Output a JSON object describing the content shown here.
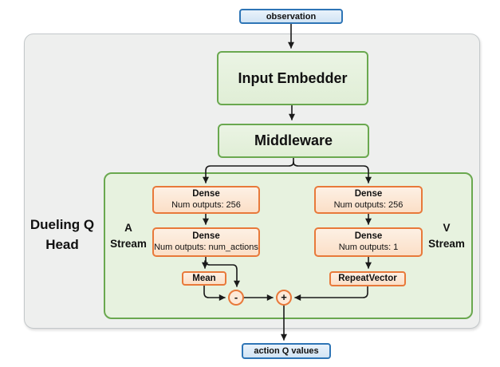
{
  "colors": {
    "io_fill": "#d9e8f6",
    "io_border": "#2e75b6",
    "green_fill": "#e5f1dd",
    "green_border": "#6aa84f",
    "orange_fill": "#fce5d3",
    "orange_border": "#e8793a",
    "container_fill": "#eeefee",
    "container_border": "#c3c8ca",
    "arrow": "#1a1a1a"
  },
  "io": {
    "observation": "observation",
    "action_q_values": "action Q values"
  },
  "pipeline": {
    "input_embedder": "Input Embedder",
    "middleware": "Middleware"
  },
  "dueling_head": {
    "label": "Dueling Q Head",
    "a_stream": {
      "label": "A Stream",
      "dense1": {
        "title": "Dense",
        "subtitle": "Num outputs: 256"
      },
      "dense2": {
        "title": "Dense",
        "subtitle": "Num outputs: num_actions"
      },
      "mean": "Mean",
      "minus": "-"
    },
    "v_stream": {
      "label": "V Stream",
      "dense1": {
        "title": "Dense",
        "subtitle": "Num outputs: 256"
      },
      "dense2": {
        "title": "Dense",
        "subtitle": "Num outputs: 1"
      },
      "repeat_vector": "RepeatVector",
      "plus": "+"
    }
  }
}
